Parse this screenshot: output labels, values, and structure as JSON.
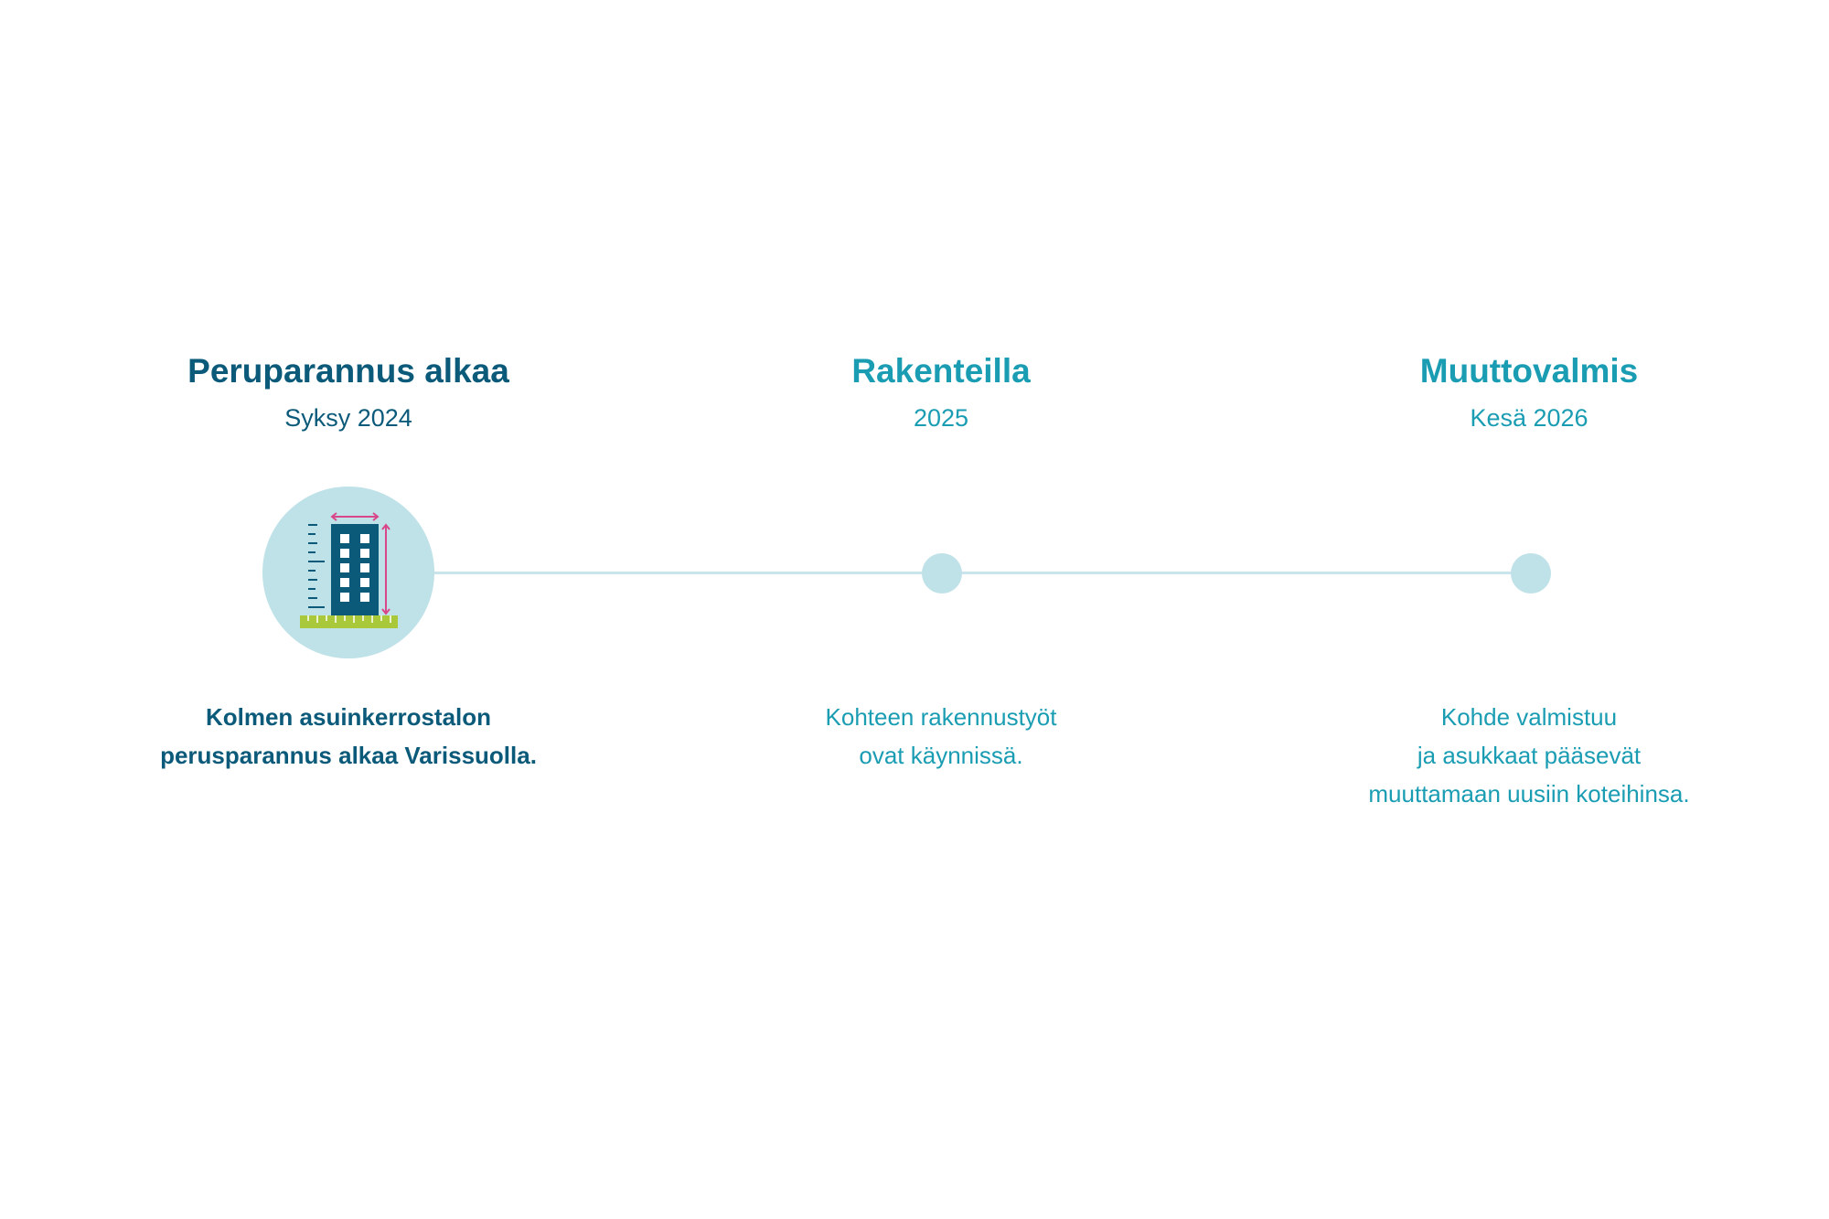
{
  "colors": {
    "active_text": "#0b5a7a",
    "upcoming_text": "#1a9db3",
    "marker_fill": "#bfe2e8",
    "line": "#c9e4ea",
    "building": "#0b5a7a",
    "ground": "#a9c93a",
    "arrows": "#d9468a"
  },
  "steps": [
    {
      "title": "Peruparannus alkaa",
      "date": "Syksy 2024",
      "description": [
        "Kolmen asuinkerrostalon",
        "perusparannus alkaa Varissuolla."
      ],
      "icon": "building-icon"
    },
    {
      "title": "Rakenteilla",
      "date": "2025",
      "description": [
        "Kohteen rakennustyöt",
        "ovat käynnissä."
      ]
    },
    {
      "title": "Muuttovalmis",
      "date": "Kesä 2026",
      "description": [
        "Kohde valmistuu",
        "ja asukkaat pääsevät",
        "muuttamaan uusiin koteihinsa."
      ]
    }
  ]
}
